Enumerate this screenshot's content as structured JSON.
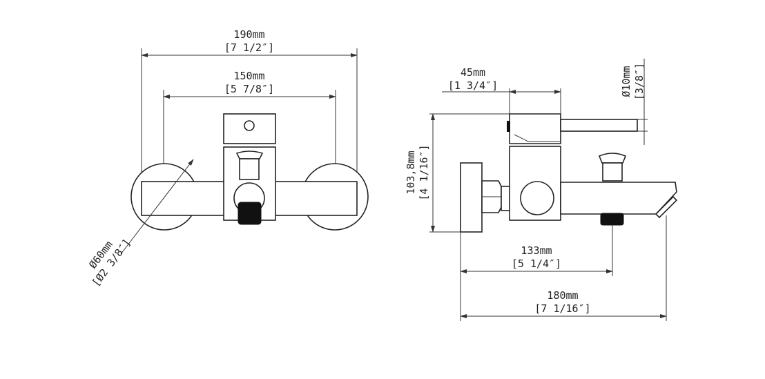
{
  "front_view": {
    "overall_width": {
      "mm": "190mm",
      "inch": "[7 1/2″]"
    },
    "center_distance": {
      "mm": "150mm",
      "inch": "[5 7/8″]"
    },
    "flange_diameter": {
      "mm": "Ø60mm",
      "inch": "[Ø2 3/8″]"
    }
  },
  "side_view": {
    "handle_depth": {
      "mm": "45mm",
      "inch": "[1 3/4″]"
    },
    "lever_diameter": {
      "mm": "Ø10mm",
      "inch": "[3/8″]"
    },
    "height": {
      "mm": "103,8mm",
      "inch": "[4 1/16″]"
    },
    "outlet_projection": {
      "mm": "133mm",
      "inch": "[5 1/4″]"
    },
    "spout_projection": {
      "mm": "180mm",
      "inch": "[7 1/16″]"
    }
  }
}
